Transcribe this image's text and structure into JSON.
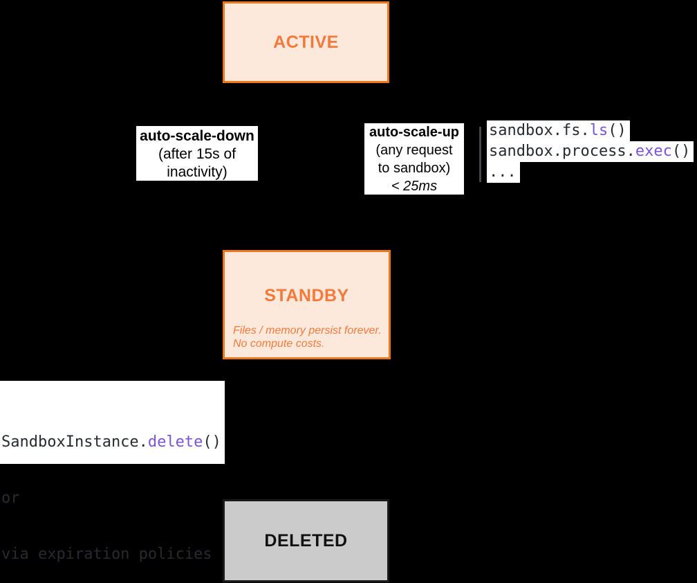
{
  "states": {
    "active": {
      "label": "ACTIVE"
    },
    "standby": {
      "label": "STANDBY",
      "note_line1": "Files / memory persist forever.",
      "note_line2": "No compute costs."
    },
    "deleted": {
      "label": "DELETED"
    }
  },
  "transitions": {
    "scale_down": {
      "title": "auto-scale-down",
      "line2": "(after 15s of",
      "line3": "inactivity)"
    },
    "scale_up": {
      "title": "auto-scale-up",
      "line2": "(any request",
      "line3": "to sandbox)",
      "latency": "< 25ms"
    },
    "delete": {
      "line1_pre": "SandboxInstance.",
      "line1_fn": "delete",
      "line1_post": "()",
      "line2": "or",
      "line3": "via expiration policies"
    }
  },
  "code_examples": [
    {
      "pre": "sandbox.fs.",
      "fn": "ls",
      "post": "()"
    },
    {
      "pre": "sandbox.process.",
      "fn": "exec",
      "post": "()"
    },
    {
      "pre": "...",
      "fn": "",
      "post": ""
    }
  ],
  "colors": {
    "background": "#000000",
    "accent_orange_border": "#EE7518",
    "state_fill": "#FCE9DB",
    "state_text_orange": "#F4793B",
    "deleted_fill": "#CBCBCB",
    "deleted_text": "#111111",
    "label_bg": "#FFFFFF",
    "label_text": "#000000",
    "code_text": "#262B31",
    "code_accent_purple": "#7B52DB",
    "divider": "#44484C"
  }
}
